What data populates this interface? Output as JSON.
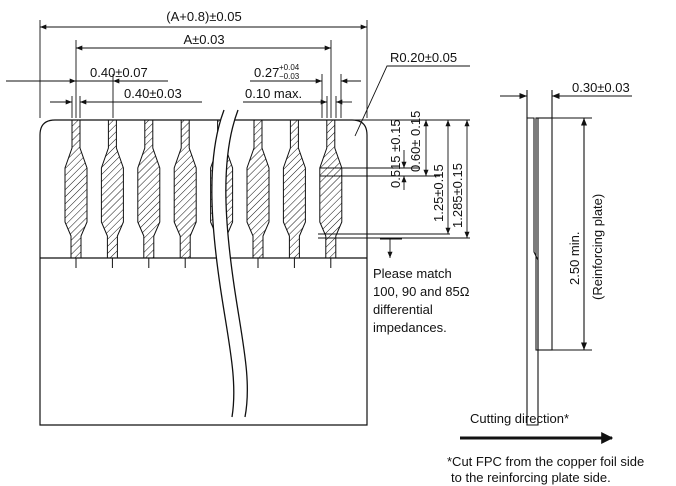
{
  "dimensions": {
    "overall_width": "(A+0.8)±0.05",
    "pitch_span": "A±0.03",
    "pitch": "0.40±0.07",
    "pad_width": "0.40±0.03",
    "lead_width_base": "0.27",
    "lead_width_tol_plus": "+0.04",
    "lead_width_tol_minus": "−0.03",
    "max_gap": "0.10 max.",
    "corner_radius": "R0.20±0.05",
    "dim_0515": "0.515 ±0.15",
    "dim_060": "0.60± 0.15",
    "dim_125": "1.25±0.15",
    "dim_1285": "1.285±0.15",
    "thickness": "0.30±0.03",
    "reinforcing_length": "2.50 min.",
    "reinforcing_label": "(Reinforcing plate)"
  },
  "notes": {
    "impedance_lines": [
      "Please match",
      "100, 90 and 85Ω",
      "differential",
      "impedances."
    ],
    "cutting_direction": "Cutting direction*",
    "footnote_lines": [
      "*Cut FPC from the copper foil side",
      "to the reinforcing plate side."
    ]
  },
  "colors": {
    "line": "#111111",
    "background": "#ffffff"
  }
}
